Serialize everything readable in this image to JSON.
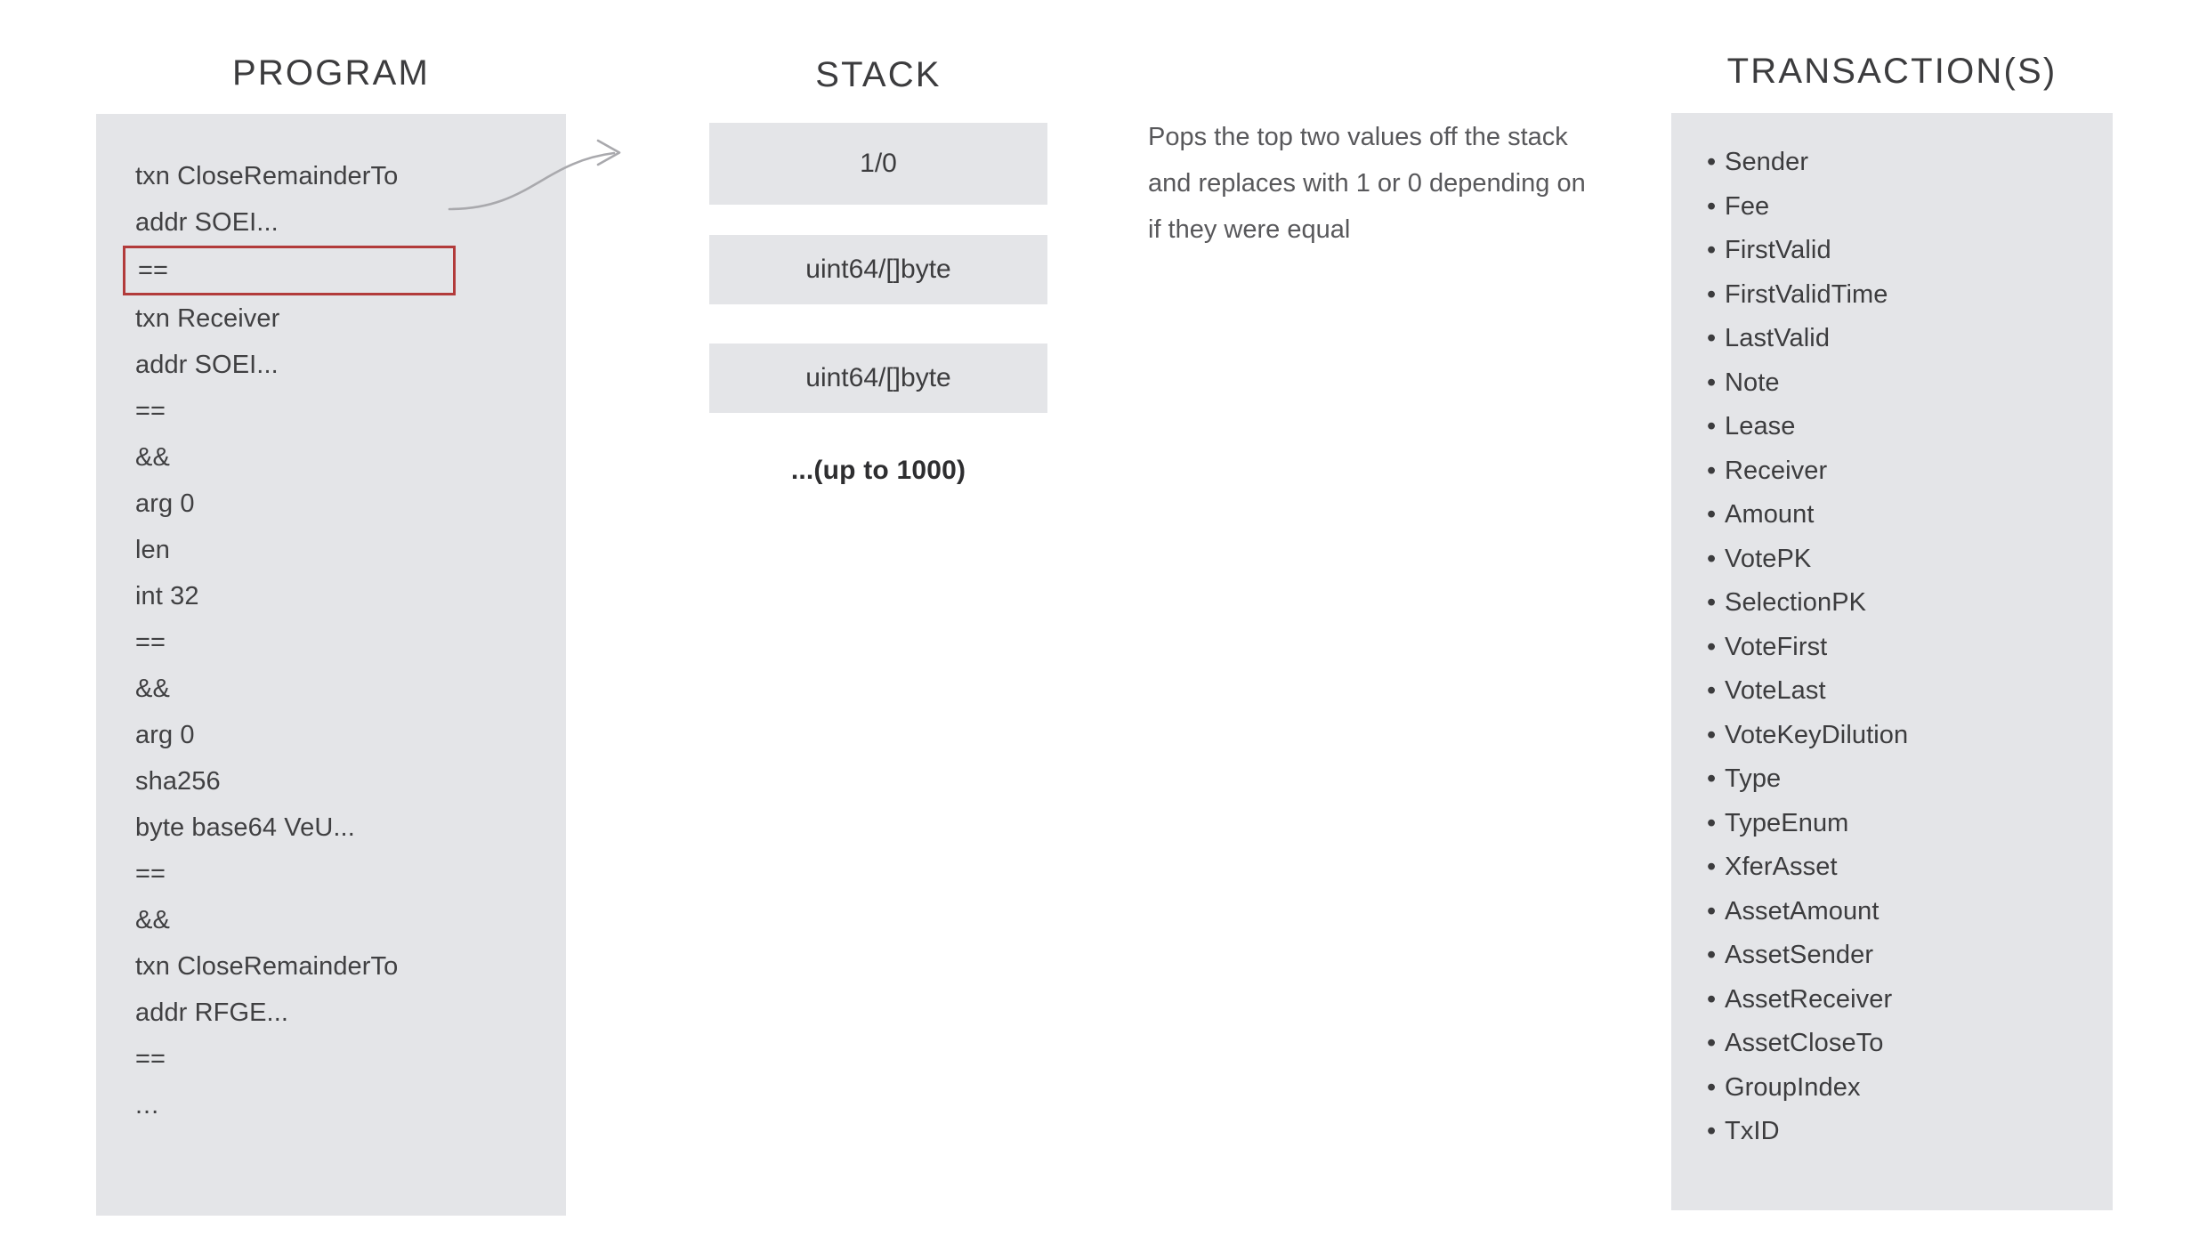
{
  "columns": {
    "program_title": "PROGRAM",
    "stack_title": "STACK",
    "transaction_title": "TRANSACTION(S)"
  },
  "program": {
    "lines": [
      "txn CloseRemainderTo",
      "addr SOEI...",
      "==",
      "txn Receiver",
      "addr SOEI...",
      "==",
      "&&",
      "arg 0",
      "len",
      "int 32",
      "==",
      "&&",
      "arg 0",
      "sha256",
      "byte base64 VeU...",
      "==",
      "&&",
      "txn CloseRemainderTo",
      "addr RFGE...",
      "==",
      "..."
    ],
    "highlighted_index": 2,
    "highlight_color": "#b23b3b"
  },
  "stack": {
    "boxes": [
      {
        "label": "1/0"
      },
      {
        "label": "uint64/[]byte"
      },
      {
        "label": "uint64/[]byte"
      }
    ],
    "overflow_note": "...(up to 1000)"
  },
  "description": {
    "text": "Pops the top two values off the stack and replaces with 1 or 0 depending on if they were equal"
  },
  "transaction": {
    "bullet": "•",
    "fields": [
      "Sender",
      "Fee",
      "FirstValid",
      "FirstValidTime",
      "LastValid",
      "Note",
      "Lease",
      "Receiver",
      "Amount",
      "VotePK",
      "SelectionPK",
      "VoteFirst",
      "VoteLast",
      "VoteKeyDilution",
      "Type",
      "TypeEnum",
      "XferAsset",
      "AssetAmount",
      "AssetSender",
      "AssetReceiver",
      "AssetCloseTo",
      "GroupIndex",
      "TxID"
    ]
  },
  "colors": {
    "panel_background": "#e4e5e8",
    "page_background": "#ffffff",
    "text": "#3c3c3e",
    "highlight": "#b23b3b",
    "arrow": "#a9a9ad"
  }
}
